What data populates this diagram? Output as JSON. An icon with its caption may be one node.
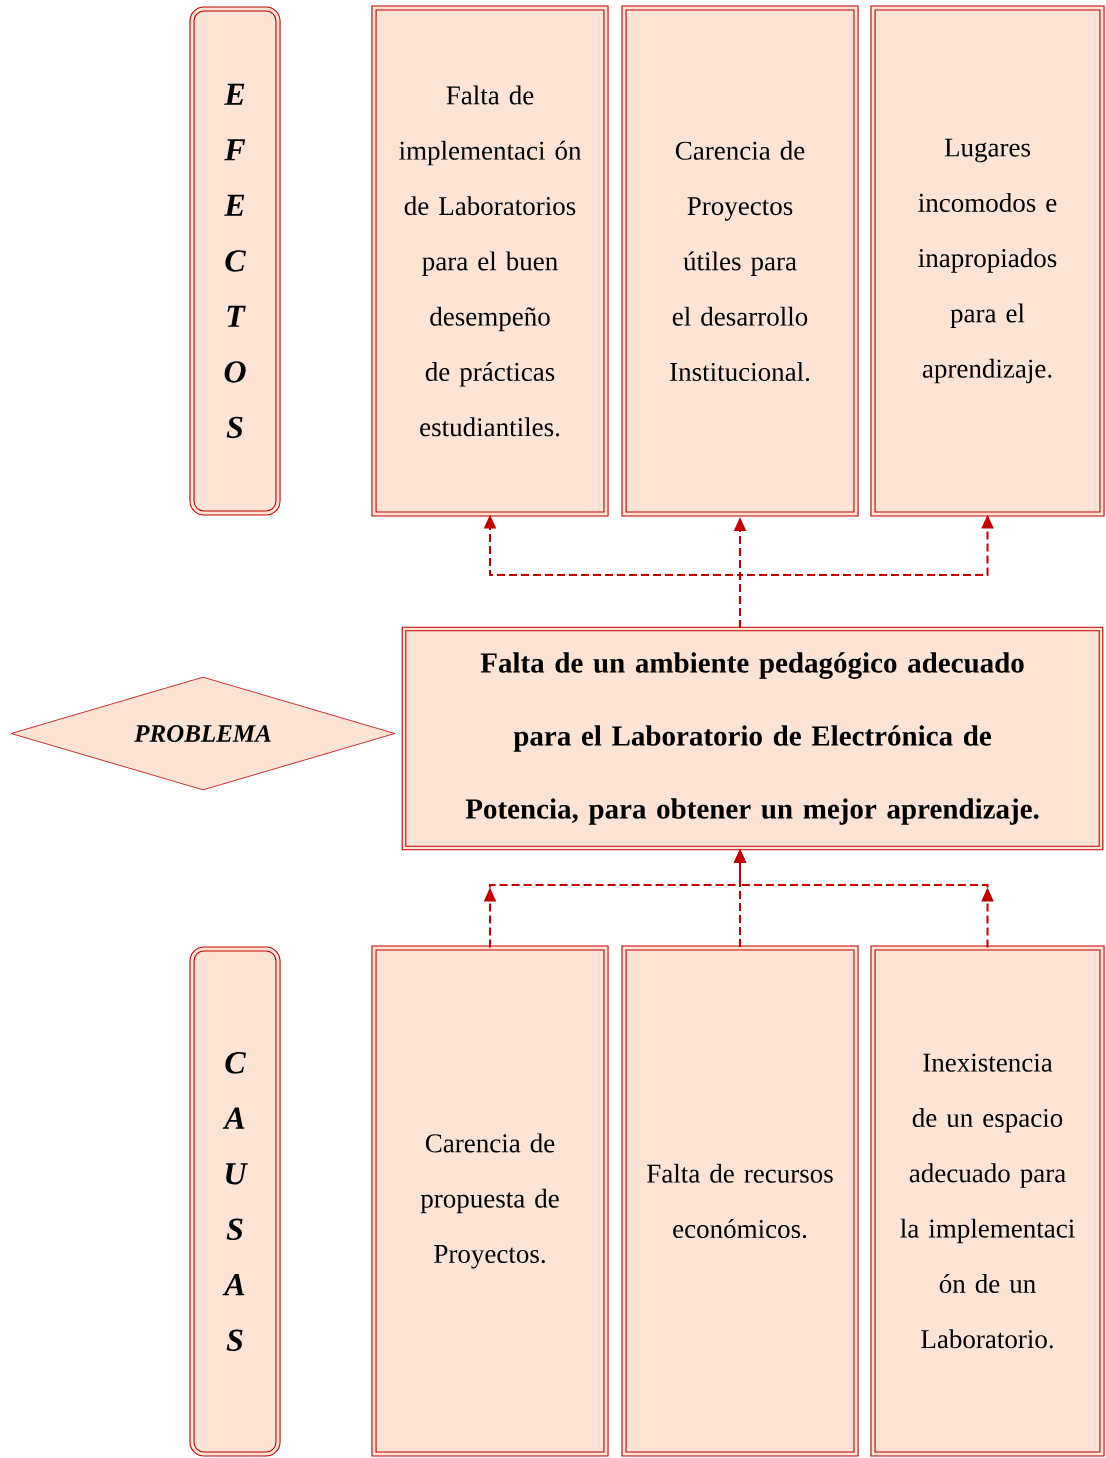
{
  "diagram": {
    "nodes": [
      {
        "text": [
          "E F E C T O S"
        ]
      },
      {
        "text": [
          "Falta de implementaci ón de Laboratorios para el buen desempeño de prácticas estudiantiles."
        ]
      },
      {
        "text": [
          "Carencia de Proyectos útiles para el desarrollo Institucional."
        ]
      },
      {
        "text": [
          "Lugares incomodos e inapropiados para el aprendizaje."
        ]
      },
      {
        "text": [
          "PROBLEMA"
        ]
      },
      {
        "text": [
          "Falta de un ambiente pedagógico adecuado para el Laboratorio de Electrónica de Potencia, para obtener un mejor aprendizaje."
        ]
      },
      {
        "text": [
          "C A U S A S"
        ]
      },
      {
        "text": [
          "Carencia de propuesta de Proyectos."
        ]
      },
      {
        "text": [
          "Falta de recursos económicos."
        ]
      },
      {
        "text": [
          "Inexistencia de un espacio adecuado para la implementaci ón de un Laboratorio."
        ]
      }
    ],
    "edges": [
      {
        "from": 5,
        "to": 1,
        "arrow": "to",
        "style": "dashed"
      },
      {
        "from": 5,
        "to": 2,
        "arrow": "to",
        "style": "dashed"
      },
      {
        "from": 5,
        "to": 3,
        "arrow": "to",
        "style": "dashed"
      },
      {
        "from": 7,
        "to": 5,
        "arrow": "to",
        "style": "dashed"
      },
      {
        "from": 8,
        "to": 5,
        "arrow": "to",
        "style": "dashed"
      },
      {
        "from": 9,
        "to": 5,
        "arrow": "to",
        "style": "dashed"
      }
    ]
  }
}
